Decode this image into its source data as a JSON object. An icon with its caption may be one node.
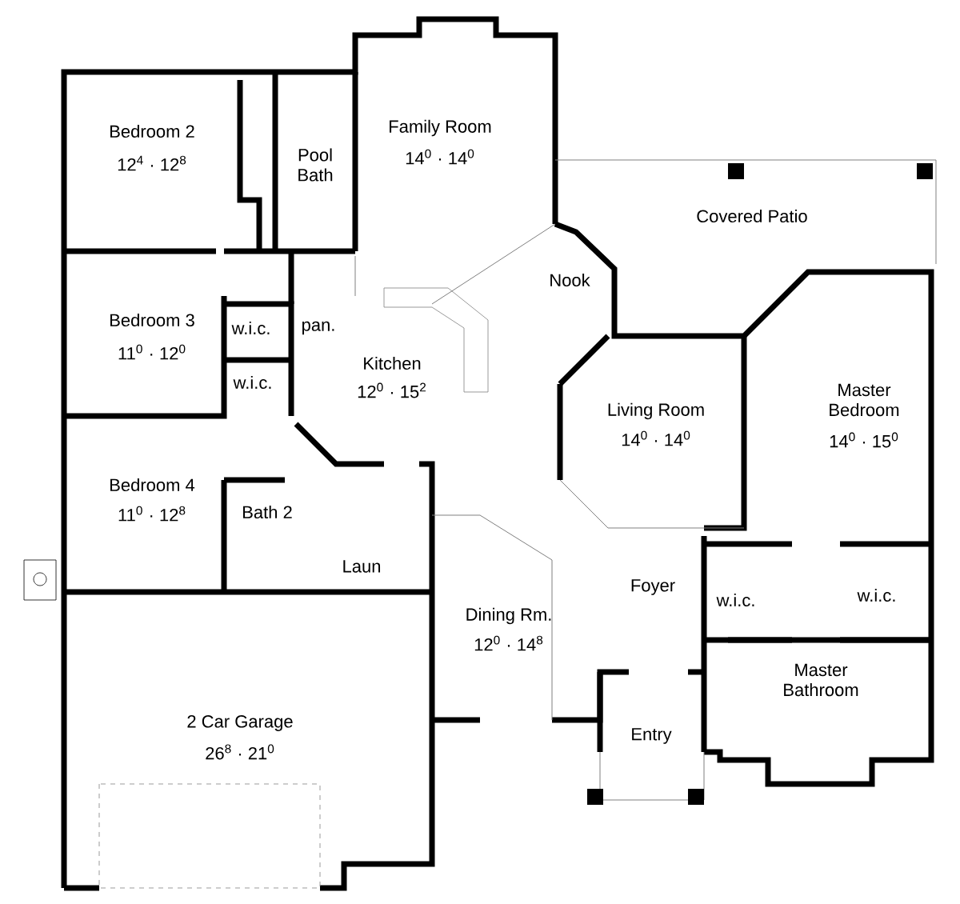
{
  "diagram": {
    "labels": [
      "Family Room",
      "14$^{0}$ · 14$^{0}$",
      "Bedroom 2",
      "12$^{4}$ · 12$^{8}$",
      "Pool Bath",
      "Covered Patio",
      "Nook",
      "pan.",
      "w.i.c.",
      "Bedroom 3",
      "11$^{0}$ · 12$^{0}$",
      "w.i.c.",
      "Kitchen",
      "12$^{0}$ · 15$^{2}$",
      "Master Bedroom",
      "14$^{0}$ · 15$^{0}$",
      "Living Room",
      "14$^{0}$ · 14$^{0}$",
      "Bedroom 4",
      "11$^{0}$ · 12$^{8}$",
      "Bath 2",
      "Laun",
      "Foyer",
      "w.i.c.",
      "w.i.c.",
      "Dining Rm.",
      "12$^{0}$ · 14$^{8}$",
      "Master Bathroom",
      "2 Car Garage",
      "26$^{8}$ · 21$^{0}$",
      "Entry"
    ]
  }
}
